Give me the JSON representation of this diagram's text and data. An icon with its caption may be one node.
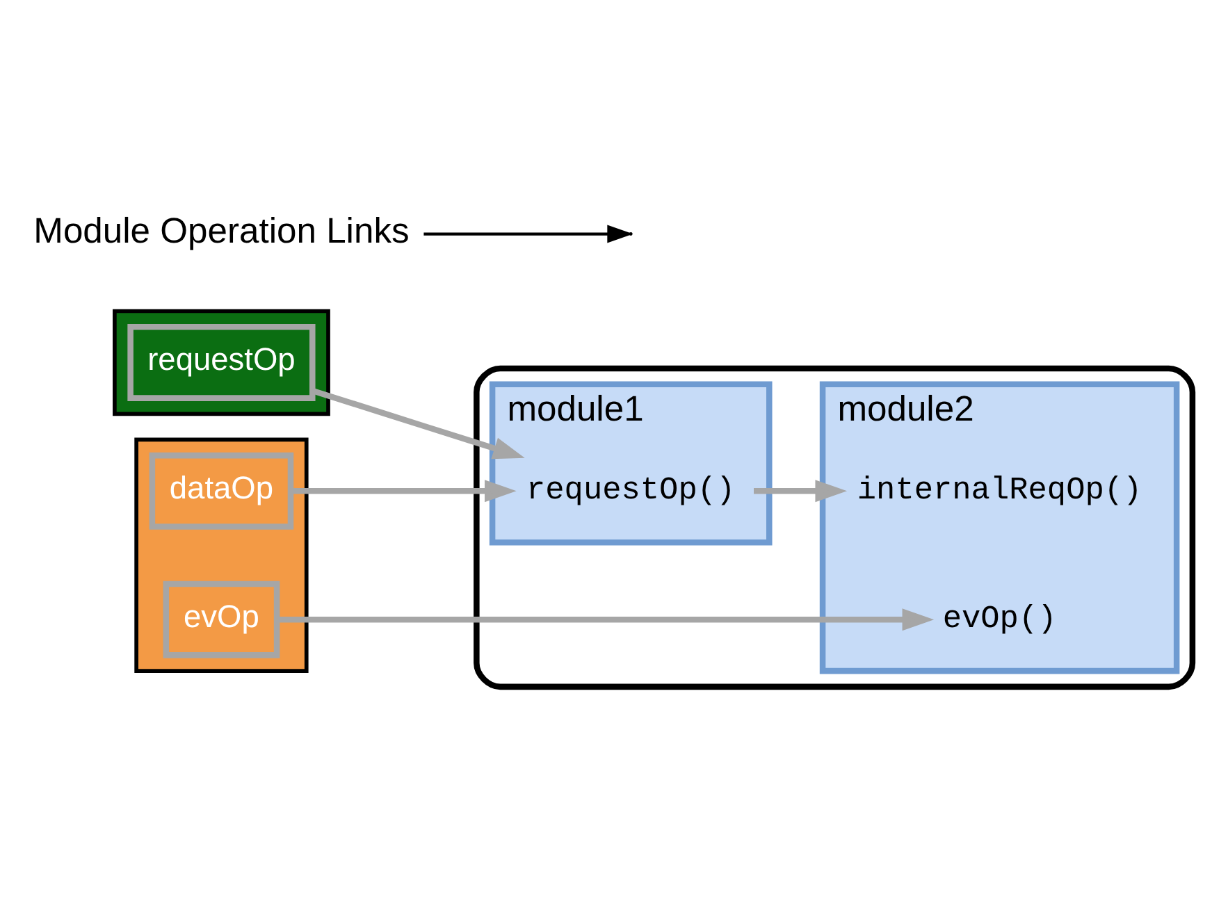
{
  "diagram": {
    "nodes": [
      {
        "text": [],
        "shape": "box"
      },
      {
        "text": [
          "module1"
        ],
        "in": 0
      },
      {
        "text": [
          "requestOp()"
        ],
        "in": 1
      },
      {
        "text": [
          "module2"
        ],
        "in": 0
      },
      {
        "text": [
          "evOp()"
        ],
        "in": 3
      },
      {
        "text": [
          "internalReqOp()"
        ],
        "in": 3
      },
      {
        "text": [],
        "shape": "pentagon"
      },
      {
        "text": [
          "requestOp"
        ],
        "in": 6
      },
      {
        "text": [],
        "shape": "pentagon"
      },
      {
        "text": [
          "dataOp"
        ],
        "in": 8
      },
      {
        "text": [
          "evOp"
        ],
        "in": 8
      },
      {
        "text": [
          "Module Operation Links"
        ]
      }
    ],
    "edges": [
      {
        "from": 7,
        "to": 2,
        "arrow": "to"
      },
      {
        "from": 9,
        "to": 2,
        "arrow": "to"
      },
      {
        "from": 2,
        "to": 5,
        "arrow": "to"
      },
      {
        "from": 10,
        "to": 4,
        "arrow": "to"
      },
      {
        "from": 11,
        "to": null,
        "arrow": "to",
        "color": "#000000"
      }
    ]
  }
}
